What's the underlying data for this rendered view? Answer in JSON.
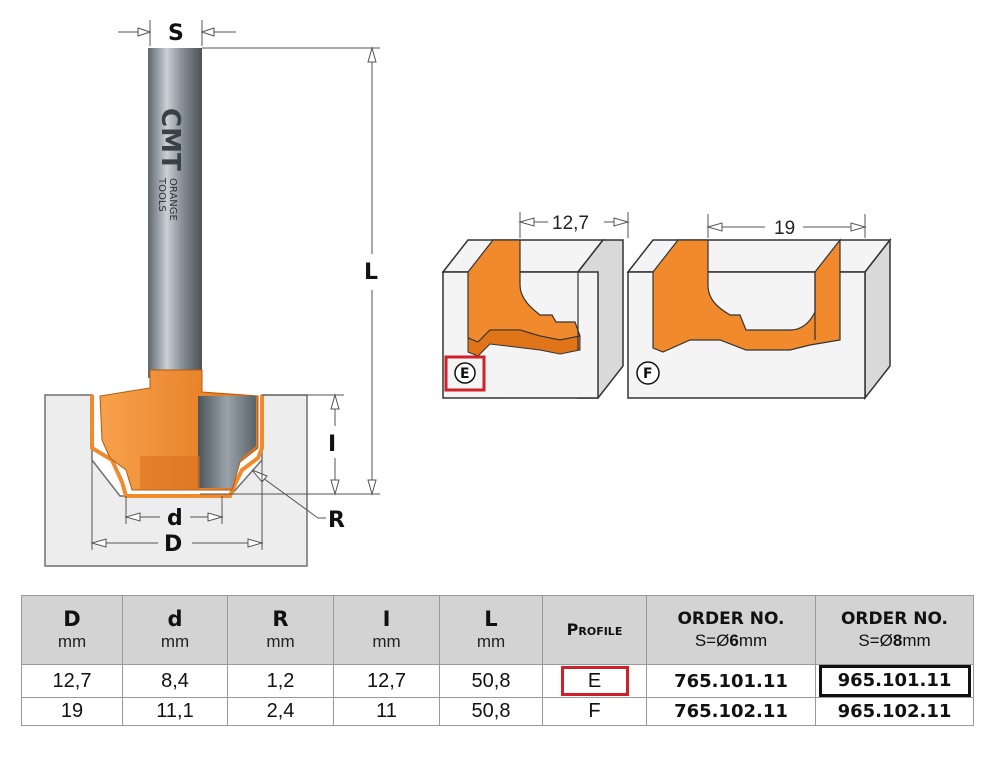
{
  "diagram": {
    "labels": {
      "shank": "S",
      "length": "L",
      "depth": "I",
      "radius": "R",
      "inner_dia": "d",
      "outer_dia": "D"
    },
    "brand": {
      "logo": "CMT",
      "sub": "ORANGE TOOLS"
    },
    "profiles": [
      {
        "letter": "E",
        "width_label": "12,7",
        "highlighted": true
      },
      {
        "letter": "F",
        "width_label": "19",
        "highlighted": false
      }
    ],
    "colors": {
      "orange": "#f08a2c",
      "steel": "#7f8a93",
      "highlight": "#d0202a"
    }
  },
  "table": {
    "headers": [
      {
        "main": "D",
        "unit": "mm"
      },
      {
        "main": "d",
        "unit": "mm"
      },
      {
        "main": "R",
        "unit": "mm"
      },
      {
        "main": "I",
        "unit": "mm"
      },
      {
        "main": "L",
        "unit": "mm"
      },
      {
        "main": "Profile"
      },
      {
        "main": "ORDER NO.",
        "sub_prefix": "S=Ø",
        "sub_value": "6",
        "sub_unit": "mm"
      },
      {
        "main": "ORDER NO.",
        "sub_prefix": "S=Ø",
        "sub_value": "8",
        "sub_unit": "mm"
      }
    ],
    "rows": [
      {
        "D": "12,7",
        "d": "8,4",
        "R": "1,2",
        "I": "12,7",
        "L": "50,8",
        "profile": "E",
        "order6": "765.101.11",
        "order8": "965.101.11"
      },
      {
        "D": "19",
        "d": "11,1",
        "R": "2,4",
        "I": "11",
        "L": "50,8",
        "profile": "F",
        "order6": "765.102.11",
        "order8": "965.102.11"
      }
    ]
  }
}
